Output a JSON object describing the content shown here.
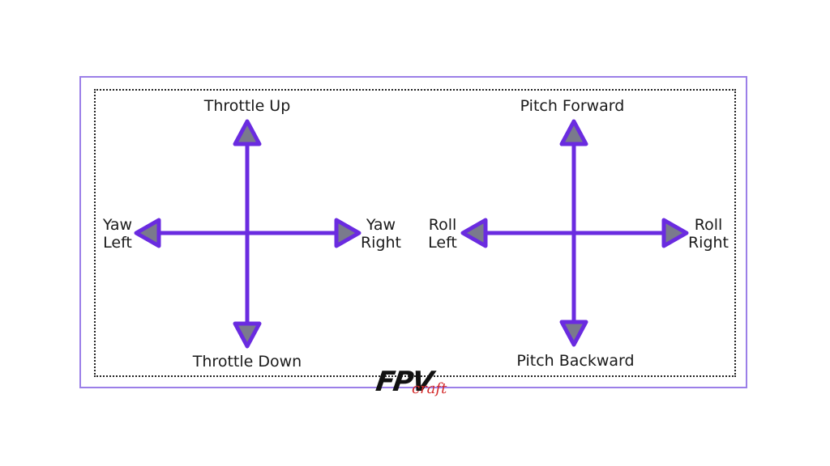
{
  "left_stick": {
    "up": "Throttle Up",
    "down": "Throttle Down",
    "left": [
      "Yaw",
      "Left"
    ],
    "right": [
      "Yaw",
      "Right"
    ]
  },
  "right_stick": {
    "up": "Pitch Forward",
    "down": "Pitch Backward",
    "left": [
      "Roll",
      "Left"
    ],
    "right": [
      "Roll",
      "Right"
    ]
  },
  "logo": {
    "main": "FPV",
    "sub": "craft"
  },
  "colors": {
    "arrow": "#6a2be0",
    "arrowhead_fill": "#7a7a8c",
    "outer_border": "#9b7fe8"
  }
}
